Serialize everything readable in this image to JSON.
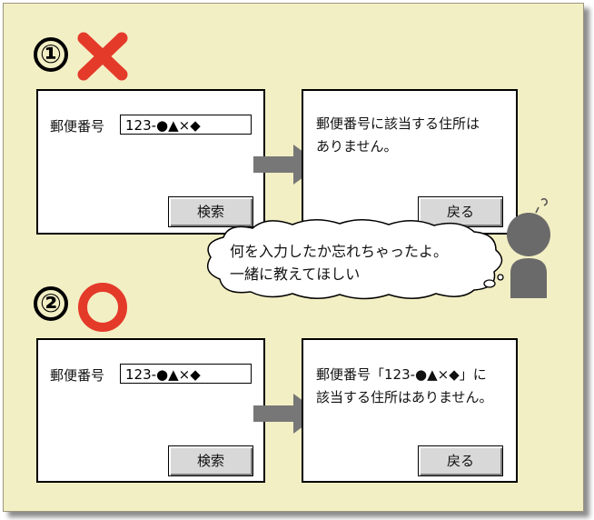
{
  "section1": {
    "number": "①",
    "search_window": {
      "label": "郵便番号",
      "input_value": "123-●▲×◆",
      "search_button": "検索"
    },
    "result_window": {
      "line1": "郵便番号に該当する住所は",
      "line2": "ありません。",
      "back_button": "戻る"
    },
    "bubble": {
      "line1": "何を入力したか忘れちゃったよ。",
      "line2": "一緒に教えてほしい"
    }
  },
  "section2": {
    "number": "②",
    "search_window": {
      "label": "郵便番号",
      "input_value": "123-●▲×◆",
      "search_button": "検索"
    },
    "result_window": {
      "line1": "郵便番号「123-●▲×◆」に",
      "line2": "該当する住所はありません。",
      "back_button": "戻る"
    }
  },
  "colors": {
    "background": "#f3efc4",
    "bad_mark": "#e43a2a",
    "good_mark": "#e43a2a",
    "arrow": "#777777",
    "person": "#6a6a6a"
  },
  "icons": {
    "bad": "cross-mark-icon",
    "good": "circle-mark-icon",
    "person": "person-icon"
  }
}
